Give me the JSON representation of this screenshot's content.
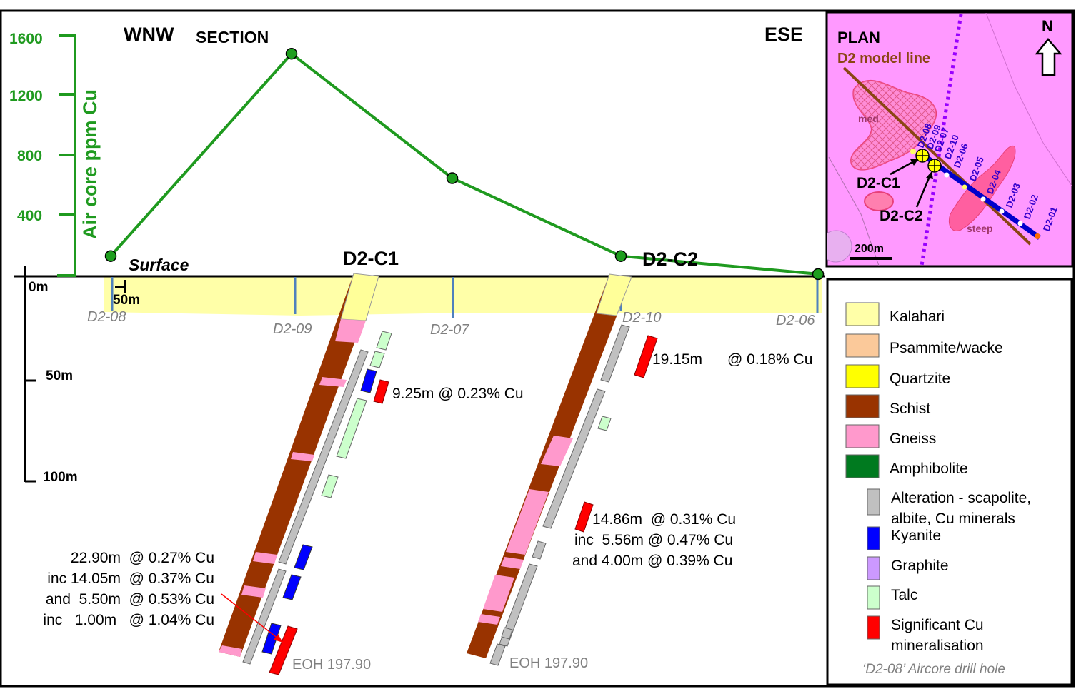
{
  "section": {
    "left_direction": "WNW",
    "title": "SECTION",
    "right_direction": "ESE",
    "y_axis_label": "Air core ppm Cu",
    "y_ticks": [
      "1600",
      "1200",
      "800",
      "400"
    ],
    "surface_label": "Surface",
    "scale_50": "50m",
    "depth_labels": [
      "0m",
      "50m",
      "100m"
    ],
    "hole_c1_label": "D2-C1",
    "hole_c2_label": "D2-C2",
    "aircore_holes": [
      "D2-08",
      "D2-09",
      "D2-07",
      "D2-10",
      "D2-06"
    ],
    "c1_upper_intercept": "9.25m @ 0.23% Cu",
    "c1_lower_intercepts": [
      "22.90m  @ 0.27% Cu",
      "inc 14.05m  @ 0.37% Cu",
      "and  5.50m  @ 0.53% Cu",
      "inc   1.00m   @ 1.04% Cu"
    ],
    "c2_upper_intercept_a": "19.15m",
    "c2_upper_intercept_b": "@ 0.18% Cu",
    "c2_lower_intercepts": [
      "14.86m  @ 0.31% Cu",
      "inc  5.56m @ 0.47% Cu",
      "and 4.00m @ 0.39% Cu"
    ],
    "eoh_c1": "EOH 197.90",
    "eoh_c2": "EOH 197.90"
  },
  "chart_data": {
    "type": "line",
    "ylabel": "Air core ppm Cu",
    "ylim": [
      0,
      1600
    ],
    "x": [
      "D2-08",
      "D2-09",
      "D2-07",
      "D2-10",
      "D2-06"
    ],
    "series": [
      {
        "values": [
          130,
          1480,
          650,
          130,
          10
        ]
      }
    ]
  },
  "plan": {
    "title": "PLAN",
    "north": "N",
    "model_line": "D2 model line",
    "med_label": "med",
    "steep_label": "steep",
    "scale": "200m",
    "c1": "D2-C1",
    "c2": "D2-C2",
    "hole_labels": [
      "D2-08",
      "D2-09",
      "D2-07",
      "D2-10",
      "D2-06",
      "D2-05",
      "D2-04",
      "D2-03",
      "D2-02",
      "D2-01"
    ]
  },
  "legend": {
    "items": [
      {
        "label": "Kalahari",
        "color": "#FFFFA8"
      },
      {
        "label": "Psammite/wacke",
        "color": "#FBC99A"
      },
      {
        "label": "Quartzite",
        "color": "#FFFF00"
      },
      {
        "label": "Schist",
        "color": "#993300"
      },
      {
        "label": "Gneiss",
        "color": "#FF99CC"
      },
      {
        "label": "Amphibolite",
        "color": "#007A1F"
      },
      {
        "label": "Alteration - scapolite,",
        "label2": "albite, Cu minerals",
        "color": "#C0C0C0"
      },
      {
        "label": "Kyanite",
        "color": "#0000FF"
      },
      {
        "label": "Graphite",
        "color": "#CC99FF"
      },
      {
        "label": "Talc",
        "color": "#CCFFCC"
      },
      {
        "label": "Significant Cu",
        "label2": "mineralisation",
        "color": "#FF0000"
      }
    ],
    "footnote": "‘D2-08’ Aircore drill hole"
  },
  "colors": {
    "line": "#1F9A1F",
    "point": "#1E9E1E",
    "kalahari": "#FFFFA8",
    "plan_bg": "#FF99FF",
    "hole_label": "#7F7F7F",
    "tick_blue": "#4F81BD"
  }
}
